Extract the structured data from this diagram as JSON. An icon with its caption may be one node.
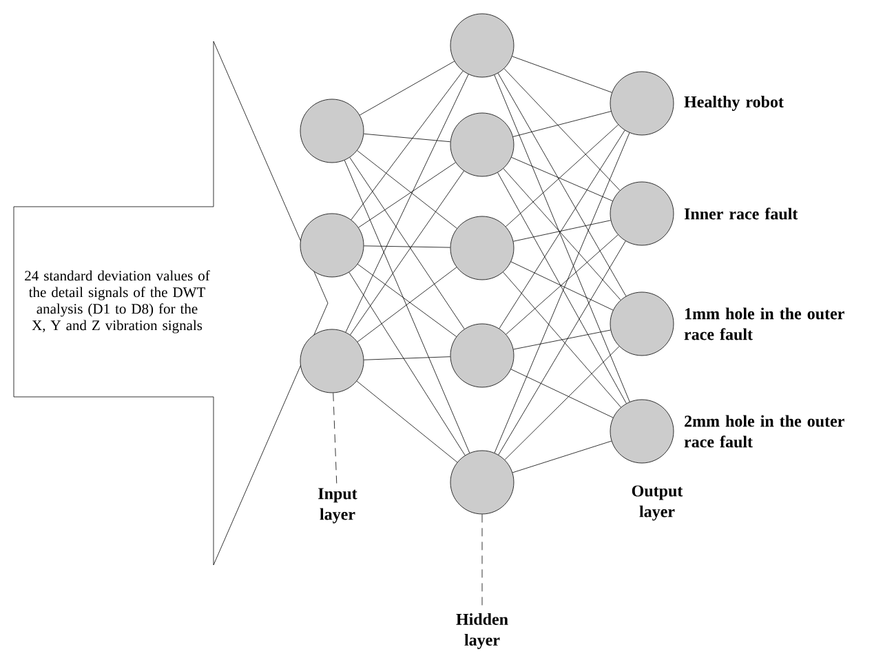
{
  "diagram": {
    "nodes": [
      {
        "text": [
          "24 standard deviation values of the detail signals of the DWT analysis (D1 to D8) for the X, Y and Z vibration signals"
        ]
      },
      {
        "text": [],
        "shape": "circle"
      },
      {
        "text": [],
        "shape": "circle"
      },
      {
        "text": [],
        "shape": "circle"
      },
      {
        "text": [],
        "shape": "circle"
      },
      {
        "text": [],
        "shape": "circle"
      },
      {
        "text": [],
        "shape": "circle"
      },
      {
        "text": [],
        "shape": "circle"
      },
      {
        "text": [],
        "shape": "circle"
      },
      {
        "text": [],
        "shape": "circle",
        "beside": [
          "Healthy robot"
        ]
      },
      {
        "text": [],
        "shape": "circle",
        "beside": [
          "Inner race fault"
        ]
      },
      {
        "text": [],
        "shape": "circle",
        "beside": [
          "1mm hole in the outer race fault"
        ]
      },
      {
        "text": [],
        "shape": "circle",
        "beside": [
          "2mm hole in the outer race fault"
        ]
      },
      {
        "text": [
          "Input layer"
        ]
      },
      {
        "text": [
          "Hidden layer"
        ]
      }
    ],
    "edges": [
      {
        "from": 1,
        "to": 4,
        "arrow": "none"
      },
      {
        "from": 1,
        "to": 5,
        "arrow": "none"
      },
      {
        "from": 1,
        "to": 6,
        "arrow": "none"
      },
      {
        "from": 1,
        "to": 7,
        "arrow": "none"
      },
      {
        "from": 1,
        "to": 8,
        "arrow": "none"
      },
      {
        "from": 2,
        "to": 4,
        "arrow": "none"
      },
      {
        "from": 2,
        "to": 5,
        "arrow": "none"
      },
      {
        "from": 2,
        "to": 6,
        "arrow": "none"
      },
      {
        "from": 2,
        "to": 7,
        "arrow": "none"
      },
      {
        "from": 2,
        "to": 8,
        "arrow": "none"
      },
      {
        "from": 3,
        "to": 4,
        "arrow": "none"
      },
      {
        "from": 3,
        "to": 5,
        "arrow": "none"
      },
      {
        "from": 3,
        "to": 6,
        "arrow": "none"
      },
      {
        "from": 3,
        "to": 7,
        "arrow": "none"
      },
      {
        "from": 3,
        "to": 8,
        "arrow": "none"
      },
      {
        "from": 4,
        "to": 9,
        "arrow": "none"
      },
      {
        "from": 4,
        "to": 10,
        "arrow": "none"
      },
      {
        "from": 4,
        "to": 11,
        "arrow": "none"
      },
      {
        "from": 4,
        "to": 12,
        "arrow": "none"
      },
      {
        "from": 5,
        "to": 9,
        "arrow": "none"
      },
      {
        "from": 5,
        "to": 10,
        "arrow": "none"
      },
      {
        "from": 5,
        "to": 11,
        "arrow": "none"
      },
      {
        "from": 5,
        "to": 12,
        "arrow": "none"
      },
      {
        "from": 6,
        "to": 9,
        "arrow": "none"
      },
      {
        "from": 6,
        "to": 10,
        "arrow": "none"
      },
      {
        "from": 6,
        "to": 11,
        "arrow": "none"
      },
      {
        "from": 6,
        "to": 12,
        "arrow": "none"
      },
      {
        "from": 7,
        "to": 9,
        "arrow": "none"
      },
      {
        "from": 7,
        "to": 10,
        "arrow": "none"
      },
      {
        "from": 7,
        "to": 11,
        "arrow": "none"
      },
      {
        "from": 7,
        "to": 12,
        "arrow": "none"
      },
      {
        "from": 8,
        "to": 9,
        "arrow": "none"
      },
      {
        "from": 8,
        "to": 10,
        "arrow": "none"
      },
      {
        "from": 8,
        "to": 11,
        "arrow": "none"
      },
      {
        "from": 8,
        "to": 12,
        "arrow": "none"
      },
      {
        "from": 3,
        "to": 13,
        "arrow": "none",
        "style": "dashed"
      },
      {
        "from": 8,
        "to": 14,
        "arrow": "none",
        "style": "dashed"
      }
    ],
    "labels": [
      "Output layer"
    ]
  }
}
